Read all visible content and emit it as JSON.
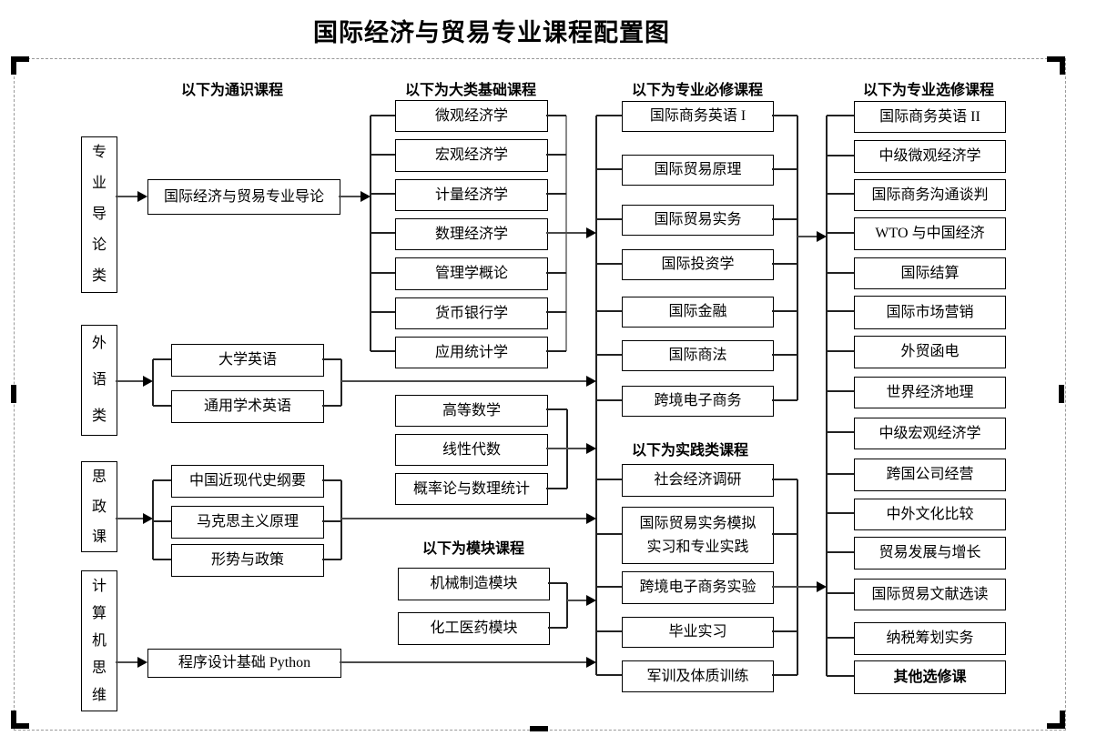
{
  "title": "国际经济与贸易专业课程配置图",
  "headers": {
    "general": "以下为通识课程",
    "foundation": "以下为大类基础课程",
    "required": "以下为专业必修课程",
    "elective": "以下为专业选修课程",
    "practice": "以下为实践类课程",
    "module": "以下为模块课程"
  },
  "categories": [
    "专业导论类",
    "外语类",
    "思政课",
    "计算机思维"
  ],
  "courses": {
    "general": {
      "intro": "国际经济与贸易专业导论",
      "english": [
        "大学英语",
        "通用学术英语"
      ],
      "ideology": [
        "中国近现代史纲要",
        "马克思主义原理",
        "形势与政策"
      ],
      "computer": "程序设计基础 Python"
    },
    "foundation": [
      "微观经济学",
      "宏观经济学",
      "计量经济学",
      "数理经济学",
      "管理学概论",
      "货币银行学",
      "应用统计学"
    ],
    "math": [
      "高等数学",
      "线性代数",
      "概率论与数理统计"
    ],
    "module": [
      "机械制造模块",
      "化工医药模块"
    ],
    "required": [
      "国际商务英语 I",
      "国际贸易原理",
      "国际贸易实务",
      "国际投资学",
      "国际金融",
      "国际商法",
      "跨境电子商务"
    ],
    "practice": [
      "社会经济调研",
      "国际贸易实务模拟\n实习和专业实践",
      "跨境电子商务实验",
      "毕业实习",
      "军训及体质训练"
    ],
    "elective": [
      "国际商务英语 II",
      "中级微观经济学",
      "国际商务沟通谈判",
      "WTO 与中国经济",
      "国际结算",
      "国际市场营销",
      "外贸函电",
      "世界经济地理",
      "中级宏观经济学",
      "跨国公司经营",
      "中外文化比较",
      "贸易发展与增长",
      "国际贸易文献选读",
      "纳税筹划实务",
      "其他选修课"
    ]
  },
  "colors": {
    "box_border": "#000000",
    "connector": "#4a4a4a",
    "bracket_gray": "#8a8a8a",
    "frame_dash": "#999999"
  }
}
